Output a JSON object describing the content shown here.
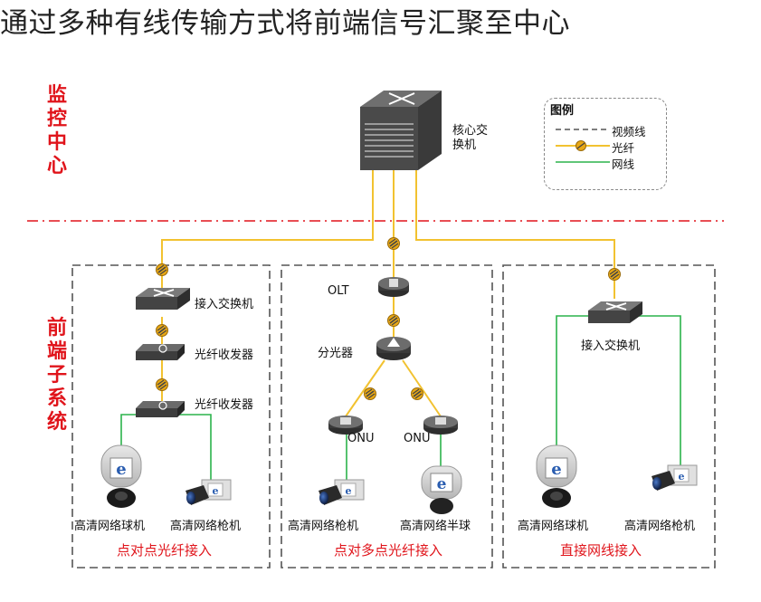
{
  "title": "通过多种有线传输方式将前端信号汇聚至中心",
  "section_center": "监控中心",
  "section_front": "前端子系统",
  "core_switch": "核心交\n换机",
  "legend": {
    "title": "图例",
    "video_line": "视频线",
    "fiber": "光纤",
    "network_cable": "网线"
  },
  "box1": {
    "access_switch": "接入交换机",
    "fiber_transceiver_1": "光纤收发器",
    "fiber_transceiver_2": "光纤收发器",
    "dome_camera": "高清网络球机",
    "bullet_camera": "高清网络枪机",
    "caption": "点对点光纤接入"
  },
  "box2": {
    "olt": "OLT",
    "splitter": "分光器",
    "onu_1": "ONU",
    "onu_2": "ONU",
    "bullet_camera": "高清网络枪机",
    "hemisphere_camera": "高清网络半球",
    "caption": "点对多点光纤接入"
  },
  "box3": {
    "access_switch": "接入交换机",
    "dome_camera": "高清网络球机",
    "bullet_camera": "高清网络枪机",
    "caption": "直接网线接入"
  },
  "colors": {
    "fiber": "#f2c230",
    "network": "#2bb34b",
    "divider": "#e0141b",
    "accent_red": "#e0141b"
  }
}
